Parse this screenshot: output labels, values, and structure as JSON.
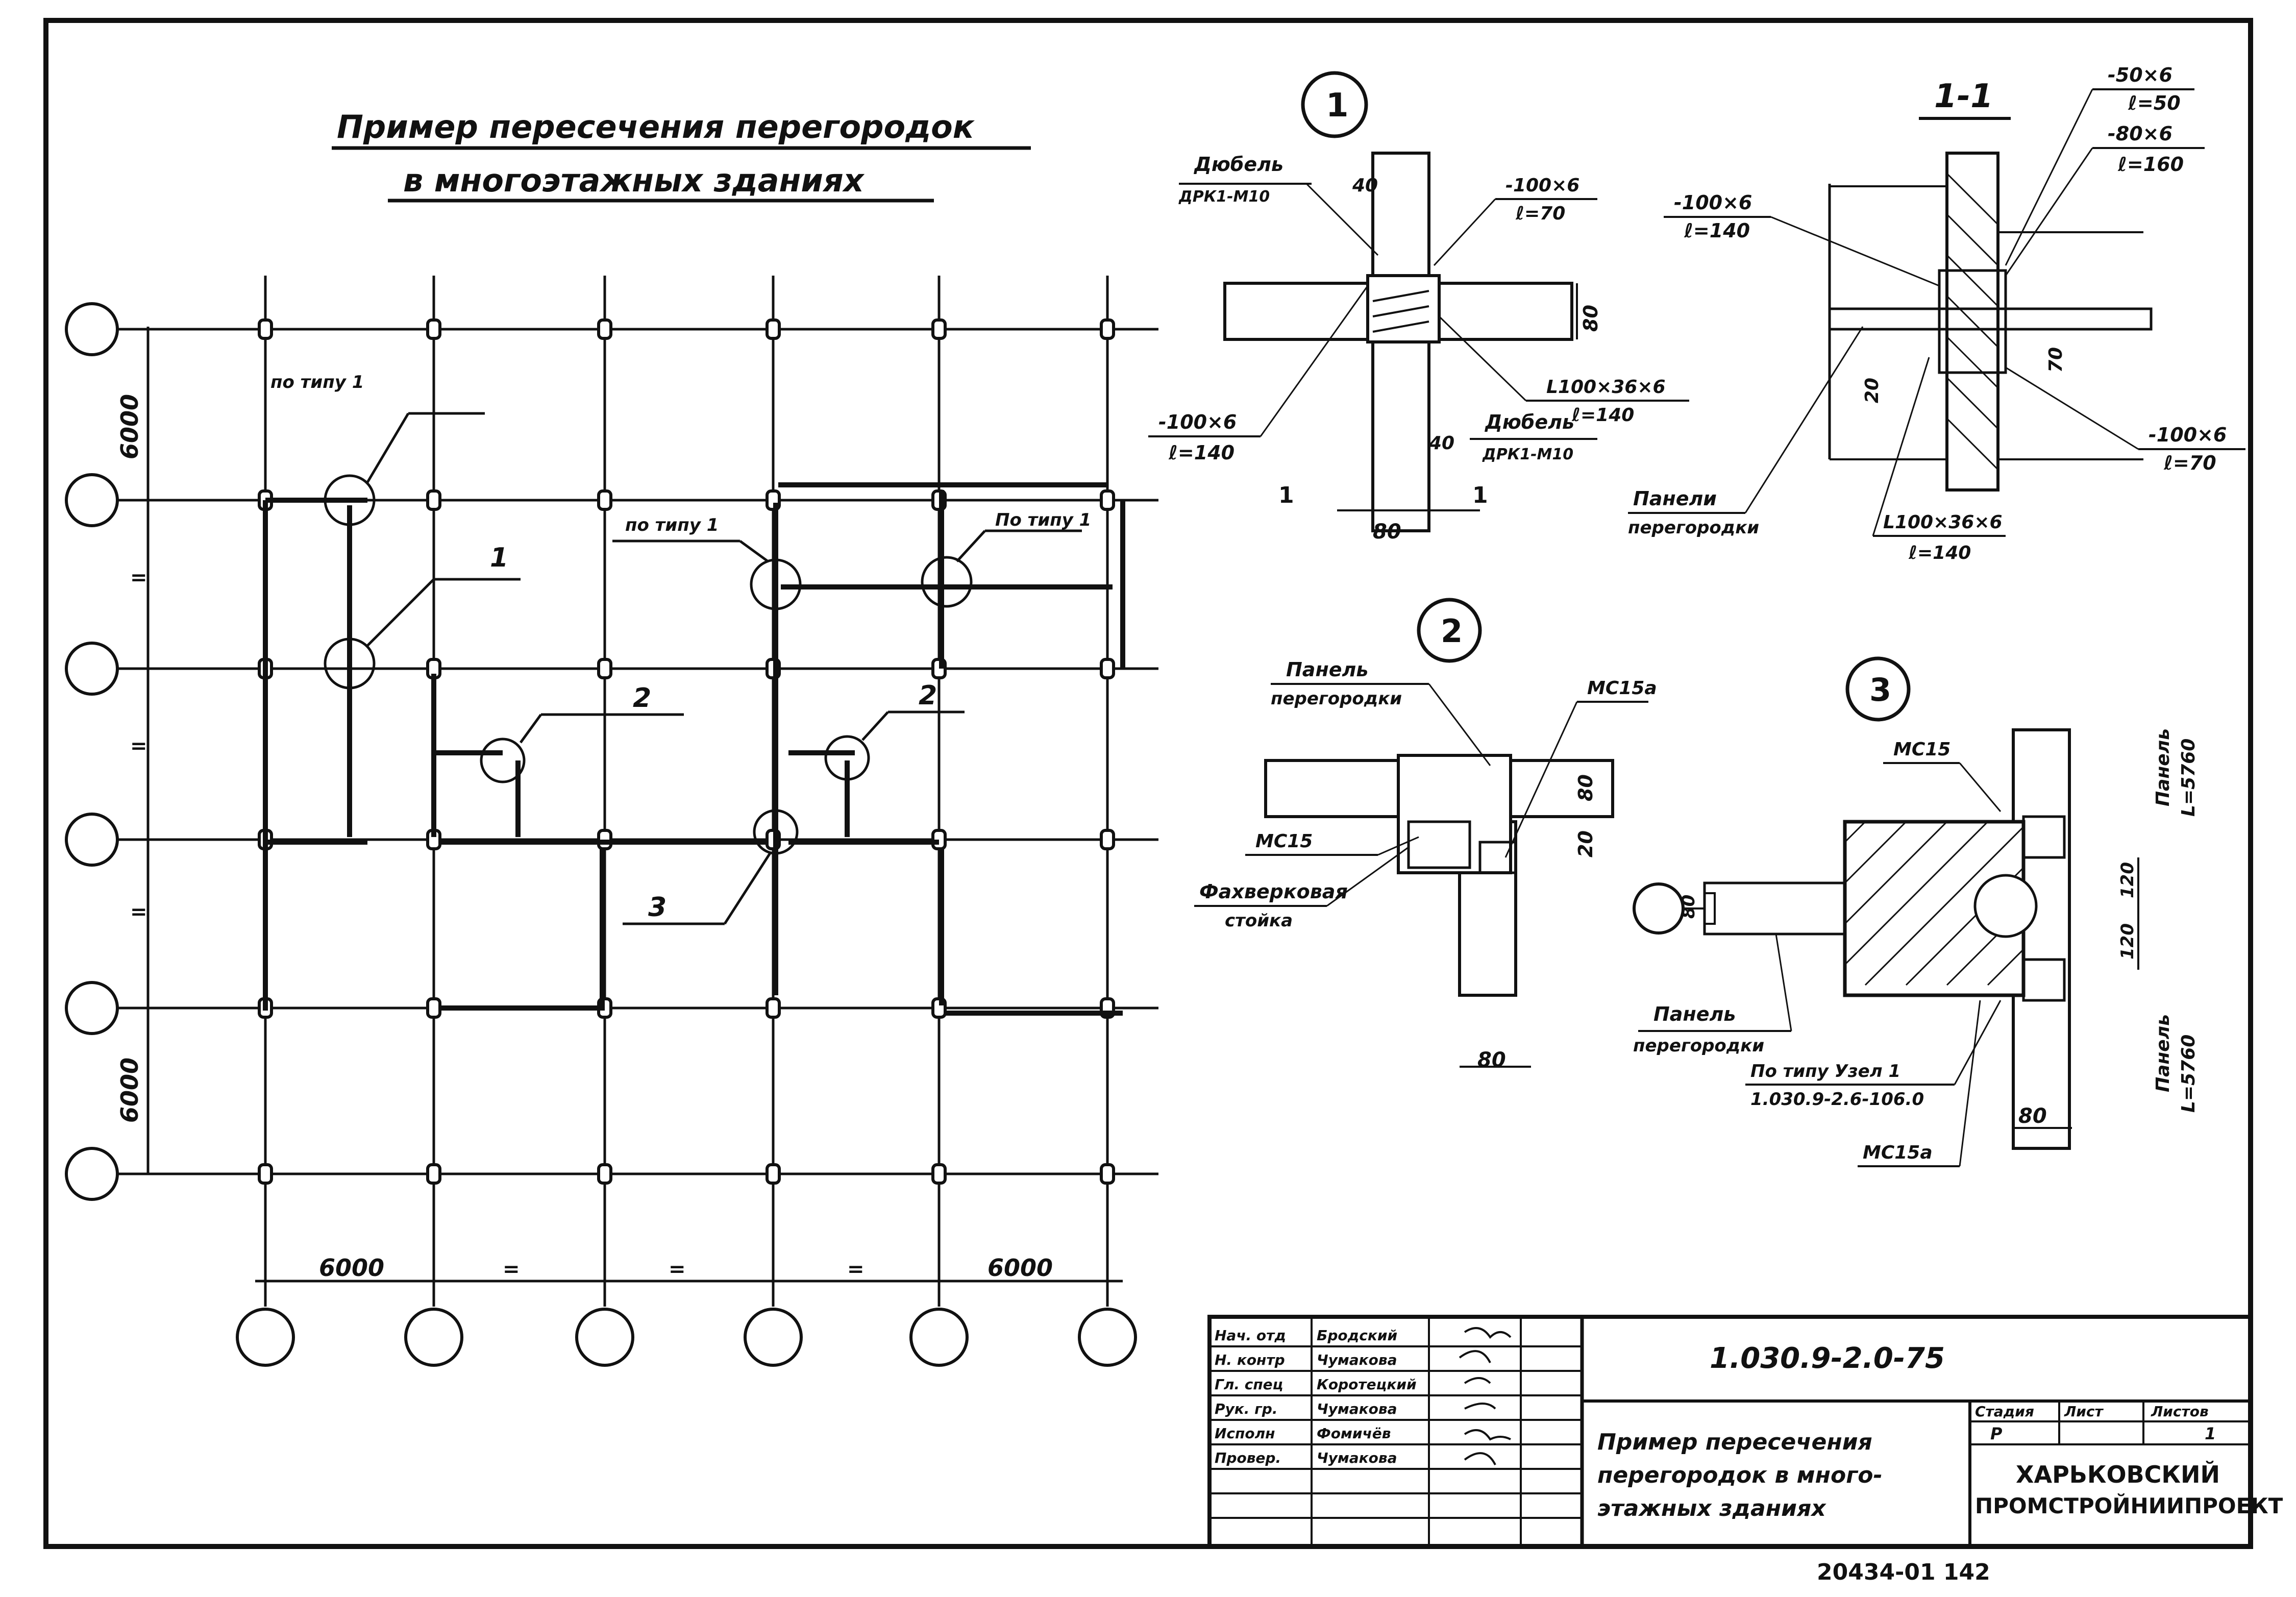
{
  "title": {
    "line1": "Пример пересечения перегородок",
    "line2": "в многоэтажных зданиях"
  },
  "plan": {
    "dim_6000": "6000",
    "dim_repeat": "=",
    "callout_type1": "по типу 1",
    "callout_type1_alt": "По типу 1",
    "callout_1": "1",
    "callout_2": "2",
    "callout_3": "3"
  },
  "node1": {
    "number": "1",
    "section_mark": "1",
    "dowel_top": {
      "name": "Дюбель",
      "spec": "ДРК1-М10"
    },
    "dowel_bottom": {
      "name": "Дюбель",
      "spec": "ДРК1-М10"
    },
    "plate_top": {
      "size": "-100×6",
      "len": "ℓ=70"
    },
    "plate_left": {
      "size": "-100×6",
      "len": "ℓ=140"
    },
    "angle": {
      "size": "L100×36×6",
      "len": "ℓ=140"
    },
    "dim_40_top": "40",
    "dim_40_bottom": "40",
    "dim_80_right": "80",
    "dim_80_bottom": "80"
  },
  "section11": {
    "title": "1-1",
    "plate_50": {
      "size": "-50×6",
      "len": "ℓ=50"
    },
    "plate_80": {
      "size": "-80×6",
      "len": "ℓ=160"
    },
    "plate_left": {
      "size": "-100×6",
      "len": "ℓ=140"
    },
    "plate_right": {
      "size": "-100×6",
      "len": "ℓ=70"
    },
    "angle": {
      "size": "L100×36×6",
      "len": "ℓ=140"
    },
    "panels": {
      "line1": "Панели",
      "line2": "перегородки"
    },
    "dim_70": "70",
    "dim_20": "20"
  },
  "node2": {
    "number": "2",
    "panel": {
      "line1": "Панель",
      "line2": "перегородки"
    },
    "mc15a": "МС15а",
    "mc15": "МС15",
    "post": {
      "line1": "Фахверковая",
      "line2": "стойка"
    },
    "dim_80": "80",
    "dim_20": "20",
    "dim_80_bottom": "80"
  },
  "node3": {
    "number": "3",
    "mc15": "МС15",
    "mc15a": "МС15а",
    "panel_top": {
      "line1": "Панель",
      "line2": "L=5760"
    },
    "panel_bottom": {
      "line1": "Панель",
      "line2": "L=5760"
    },
    "panel_left": {
      "line1": "Панель",
      "line2": "перегородки"
    },
    "ref": {
      "line1": "По типу Узел 1",
      "line2": "1.030.9-2.6-106.0"
    },
    "dim_80_left": "80",
    "dim_120a": "120",
    "dim_120b": "120",
    "dim_80_bottom": "80"
  },
  "stamp": {
    "code": "1.030.9-2.0-75",
    "roles": [
      {
        "role": "Нач. отд",
        "name": "Бродский"
      },
      {
        "role": "Н. контр",
        "name": "Чумакова"
      },
      {
        "role": "Гл. спец",
        "name": "Коротецкий"
      },
      {
        "role": "Рук. гр.",
        "name": "Чумакова"
      },
      {
        "role": "Исполн",
        "name": "Фомичёв"
      },
      {
        "role": "Провер.",
        "name": "Чумакова"
      }
    ],
    "sheet_title": {
      "line1": "Пример пересечения",
      "line2": "перегородок в много-",
      "line3": "этажных зданиях"
    },
    "stage_label": "Стадия",
    "sheet_label": "Лист",
    "sheets_label": "Листов",
    "stage": "Р",
    "sheets": "1",
    "org": {
      "line1": "ХАРЬКОВСКИЙ",
      "line2": "ПРОМСТРОЙНИИПРОЕКТ"
    }
  },
  "footer": "20434-01   142"
}
